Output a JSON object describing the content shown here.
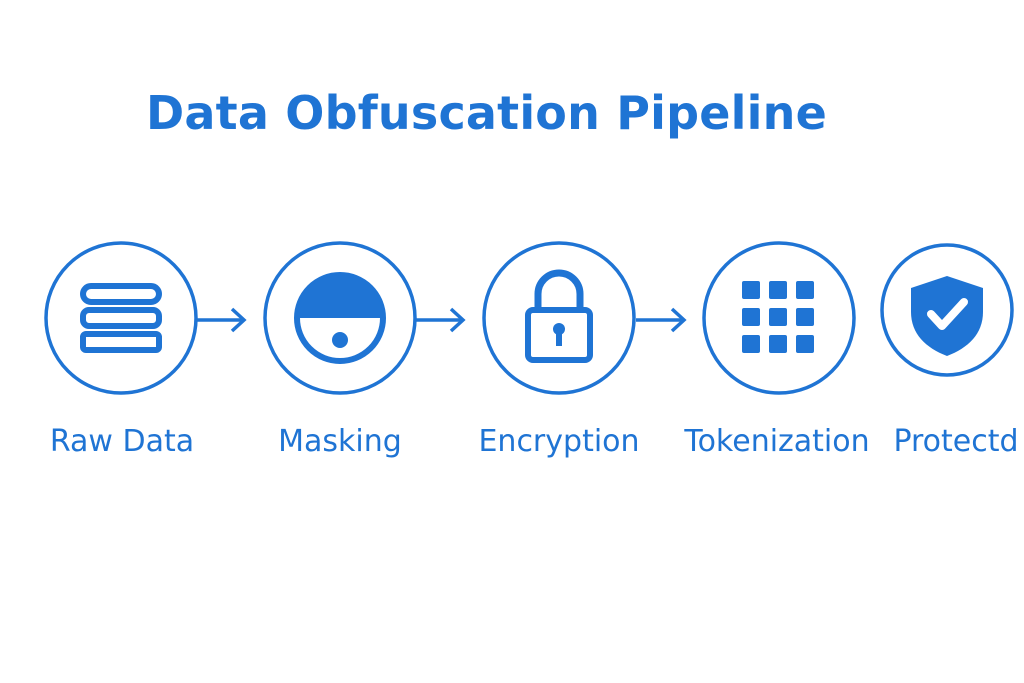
{
  "title": "Data Obfuscation Pipeline",
  "accent_color": "#1f74d4",
  "stages": [
    {
      "label": "Raw Data",
      "icon": "database-icon"
    },
    {
      "label": "Masking",
      "icon": "mask-icon"
    },
    {
      "label": "Encryption",
      "icon": "padlock-icon"
    },
    {
      "label": "Tokenization",
      "icon": "token-grid-icon"
    },
    {
      "label": "Protectd",
      "icon": "shield-check-icon"
    }
  ]
}
